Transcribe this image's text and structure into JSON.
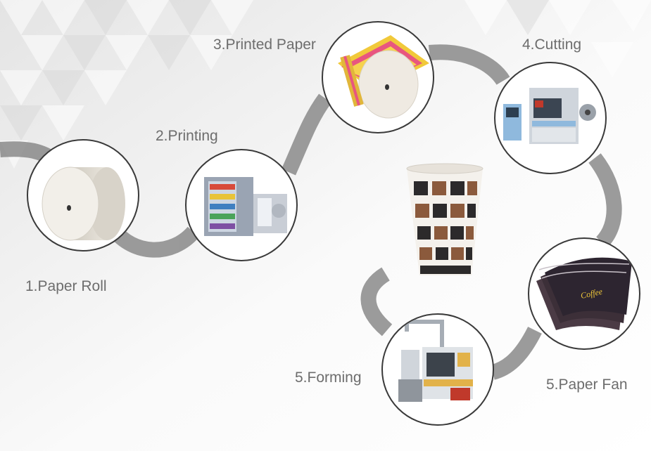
{
  "steps": [
    {
      "label": "1.Paper Roll",
      "icon": "paper-roll"
    },
    {
      "label": "2.Printing",
      "icon": "printing-machine"
    },
    {
      "label": "3.Printed Paper",
      "icon": "printed-paper-roll"
    },
    {
      "label": "4.Cutting",
      "icon": "die-cutting-machine"
    },
    {
      "label": "5.Paper Fan",
      "icon": "paper-cup-fans"
    },
    {
      "label": "5.Forming",
      "icon": "cup-forming-machine"
    }
  ],
  "product": {
    "icon": "paper-cup",
    "cup_text": "Coffee"
  },
  "colors": {
    "path": "#8a8a8a",
    "label": "#6d6d6d",
    "circle_border": "#3a3a3a",
    "cup_brown": "#8b5a3c"
  }
}
